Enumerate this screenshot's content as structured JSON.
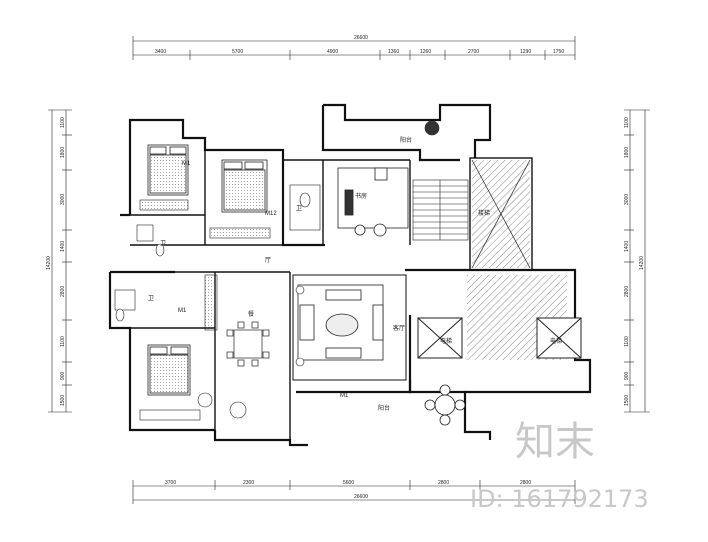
{
  "dimensions": {
    "top_total": "26600",
    "top_segments": [
      "3400",
      "5700",
      "4900",
      "1360",
      "1260",
      "2700",
      "1290",
      "1750"
    ],
    "bottom_total": "26600",
    "bottom_segments": [
      "3700",
      "2300",
      "5600",
      "2800",
      "2800"
    ],
    "left_total": "14200",
    "left_segments": [
      "1100",
      "1800",
      "3000",
      "1400",
      "2800",
      "1100",
      "900",
      "1500"
    ],
    "right_total": "14200",
    "right_segments": [
      "1100",
      "1800",
      "3000",
      "1400",
      "2800",
      "1100",
      "900",
      "1500"
    ]
  },
  "rooms": {
    "bed1_door": "M1",
    "bed2_door": "M12",
    "bath1": "卫",
    "bath2": "卫",
    "bath3": "卫",
    "study": "书房",
    "dining": "餐",
    "living": "客厅",
    "hall": "厅",
    "balcony_top": "阳台",
    "balcony_bottom": "阳台",
    "bed3_door": "M1",
    "entry_door": "M1",
    "stair_label": "楼梯",
    "lift_label": "电梯",
    "lift2_label": "电梯"
  },
  "watermark": {
    "brand": "知末",
    "id": "ID: 161792173"
  }
}
